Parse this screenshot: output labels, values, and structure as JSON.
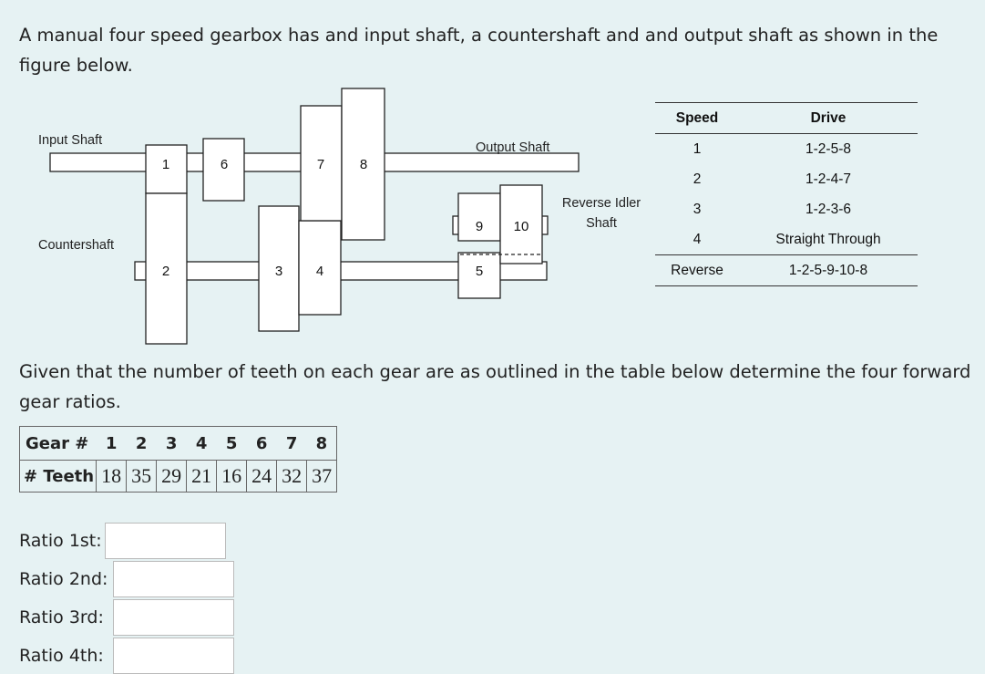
{
  "question": {
    "intro": "A manual four speed gearbox has and input shaft, a countershaft and and output shaft as shown in the figure below.",
    "given": "Given that the number of teeth on each gear are as outlined in the table below determine the four forward gear ratios."
  },
  "diagram": {
    "labels": {
      "input_shaft": "Input Shaft",
      "countershaft": "Countershaft",
      "output_shaft": "Output Shaft",
      "reverse_idler_line1": "Reverse Idler",
      "reverse_idler_line2": "Shaft"
    },
    "gears": [
      "1",
      "2",
      "3",
      "4",
      "5",
      "6",
      "7",
      "8",
      "9",
      "10"
    ]
  },
  "drive_table": {
    "headers": [
      "Speed",
      "Drive"
    ],
    "rows": [
      [
        "1",
        "1-2-5-8"
      ],
      [
        "2",
        "1-2-4-7"
      ],
      [
        "3",
        "1-2-3-6"
      ],
      [
        "4",
        "Straight Through"
      ],
      [
        "Reverse",
        "1-2-5-9-10-8"
      ]
    ]
  },
  "teeth_table": {
    "header_label": "Gear #",
    "row_label": "# Teeth",
    "gears": [
      "1",
      "2",
      "3",
      "4",
      "5",
      "6",
      "7",
      "8"
    ],
    "teeth": [
      "18",
      "35",
      "29",
      "21",
      "16",
      "24",
      "32",
      "37"
    ]
  },
  "answers": [
    {
      "label": "Ratio 1st:",
      "value": ""
    },
    {
      "label": "Ratio 2nd:",
      "value": ""
    },
    {
      "label": "Ratio 3rd:",
      "value": ""
    },
    {
      "label": "Ratio 4th:",
      "value": ""
    }
  ]
}
